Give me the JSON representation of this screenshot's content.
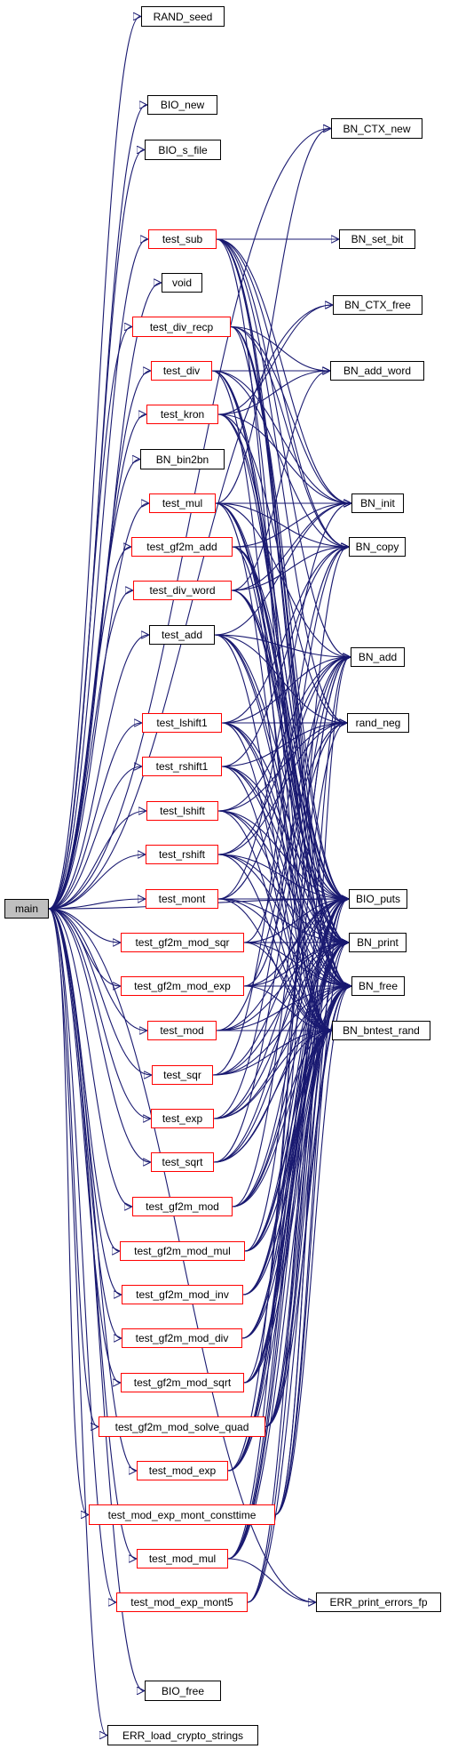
{
  "graph": {
    "root": "main",
    "colors": {
      "edge": "#191970",
      "node_border": "#000000",
      "node_border_incomplete": "#ff0000",
      "root_fill": "#bfbfbf",
      "node_fill": "#ffffff"
    },
    "nodes": [
      {
        "id": "main",
        "label": "main",
        "style": "root"
      },
      {
        "id": "RAND_seed",
        "label": "RAND_seed",
        "style": "normal"
      },
      {
        "id": "BIO_new",
        "label": "BIO_new",
        "style": "normal"
      },
      {
        "id": "BIO_s_file",
        "label": "BIO_s_file",
        "style": "normal"
      },
      {
        "id": "test_sub",
        "label": "test_sub",
        "style": "incomplete"
      },
      {
        "id": "void",
        "label": "void",
        "style": "normal"
      },
      {
        "id": "test_div_recp",
        "label": "test_div_recp",
        "style": "incomplete"
      },
      {
        "id": "test_div",
        "label": "test_div",
        "style": "incomplete"
      },
      {
        "id": "test_kron",
        "label": "test_kron",
        "style": "incomplete"
      },
      {
        "id": "BN_bin2bn",
        "label": "BN_bin2bn",
        "style": "normal"
      },
      {
        "id": "test_mul",
        "label": "test_mul",
        "style": "incomplete"
      },
      {
        "id": "test_gf2m_add",
        "label": "test_gf2m_add",
        "style": "incomplete"
      },
      {
        "id": "test_div_word",
        "label": "test_div_word",
        "style": "incomplete"
      },
      {
        "id": "test_add",
        "label": "test_add",
        "style": "normal"
      },
      {
        "id": "test_lshift1",
        "label": "test_lshift1",
        "style": "incomplete"
      },
      {
        "id": "test_rshift1",
        "label": "test_rshift1",
        "style": "incomplete"
      },
      {
        "id": "test_lshift",
        "label": "test_lshift",
        "style": "incomplete"
      },
      {
        "id": "test_rshift",
        "label": "test_rshift",
        "style": "incomplete"
      },
      {
        "id": "test_mont",
        "label": "test_mont",
        "style": "incomplete"
      },
      {
        "id": "test_gf2m_mod_sqr",
        "label": "test_gf2m_mod_sqr",
        "style": "incomplete"
      },
      {
        "id": "test_gf2m_mod_exp",
        "label": "test_gf2m_mod_exp",
        "style": "incomplete"
      },
      {
        "id": "test_mod",
        "label": "test_mod",
        "style": "incomplete"
      },
      {
        "id": "test_sqr",
        "label": "test_sqr",
        "style": "incomplete"
      },
      {
        "id": "test_exp",
        "label": "test_exp",
        "style": "incomplete"
      },
      {
        "id": "test_sqrt",
        "label": "test_sqrt",
        "style": "incomplete"
      },
      {
        "id": "test_gf2m_mod",
        "label": "test_gf2m_mod",
        "style": "incomplete"
      },
      {
        "id": "test_gf2m_mod_mul",
        "label": "test_gf2m_mod_mul",
        "style": "incomplete"
      },
      {
        "id": "test_gf2m_mod_inv",
        "label": "test_gf2m_mod_inv",
        "style": "incomplete"
      },
      {
        "id": "test_gf2m_mod_div",
        "label": "test_gf2m_mod_div",
        "style": "incomplete"
      },
      {
        "id": "test_gf2m_mod_sqrt",
        "label": "test_gf2m_mod_sqrt",
        "style": "incomplete"
      },
      {
        "id": "test_gf2m_mod_solve_quad",
        "label": "test_gf2m_mod_solve_quad",
        "style": "incomplete"
      },
      {
        "id": "test_mod_exp",
        "label": "test_mod_exp",
        "style": "incomplete"
      },
      {
        "id": "test_mod_exp_mont_consttime",
        "label": "test_mod_exp_mont_consttime",
        "style": "incomplete"
      },
      {
        "id": "test_mod_mul",
        "label": "test_mod_mul",
        "style": "incomplete"
      },
      {
        "id": "test_mod_exp_mont5",
        "label": "test_mod_exp_mont5",
        "style": "incomplete"
      },
      {
        "id": "BIO_free",
        "label": "BIO_free",
        "style": "normal"
      },
      {
        "id": "ERR_load_crypto_strings",
        "label": "ERR_load_crypto_strings",
        "style": "normal"
      },
      {
        "id": "BN_CTX_new",
        "label": "BN_CTX_new",
        "style": "normal"
      },
      {
        "id": "BN_set_bit",
        "label": "BN_set_bit",
        "style": "normal"
      },
      {
        "id": "BN_CTX_free",
        "label": "BN_CTX_free",
        "style": "normal"
      },
      {
        "id": "BN_add_word",
        "label": "BN_add_word",
        "style": "normal"
      },
      {
        "id": "BN_init",
        "label": "BN_init",
        "style": "normal"
      },
      {
        "id": "BN_copy",
        "label": "BN_copy",
        "style": "normal"
      },
      {
        "id": "BN_add",
        "label": "BN_add",
        "style": "normal"
      },
      {
        "id": "rand_neg",
        "label": "rand_neg",
        "style": "normal"
      },
      {
        "id": "BIO_puts",
        "label": "BIO_puts",
        "style": "normal"
      },
      {
        "id": "BN_print",
        "label": "BN_print",
        "style": "normal"
      },
      {
        "id": "BN_free",
        "label": "BN_free",
        "style": "normal"
      },
      {
        "id": "BN_bntest_rand",
        "label": "BN_bntest_rand",
        "style": "normal"
      },
      {
        "id": "ERR_print_errors_fp",
        "label": "ERR_print_errors_fp",
        "style": "normal"
      }
    ],
    "edges": [
      [
        "main",
        "RAND_seed"
      ],
      [
        "main",
        "BIO_new"
      ],
      [
        "main",
        "BIO_s_file"
      ],
      [
        "main",
        "test_sub"
      ],
      [
        "main",
        "void"
      ],
      [
        "main",
        "test_div_recp"
      ],
      [
        "main",
        "test_div"
      ],
      [
        "main",
        "test_kron"
      ],
      [
        "main",
        "BN_bin2bn"
      ],
      [
        "main",
        "test_mul"
      ],
      [
        "main",
        "test_gf2m_add"
      ],
      [
        "main",
        "test_div_word"
      ],
      [
        "main",
        "test_add"
      ],
      [
        "main",
        "test_lshift1"
      ],
      [
        "main",
        "test_rshift1"
      ],
      [
        "main",
        "test_lshift"
      ],
      [
        "main",
        "test_rshift"
      ],
      [
        "main",
        "test_mont"
      ],
      [
        "main",
        "test_gf2m_mod_sqr"
      ],
      [
        "main",
        "test_gf2m_mod_exp"
      ],
      [
        "main",
        "test_mod"
      ],
      [
        "main",
        "test_sqr"
      ],
      [
        "main",
        "test_exp"
      ],
      [
        "main",
        "test_sqrt"
      ],
      [
        "main",
        "test_gf2m_mod"
      ],
      [
        "main",
        "test_gf2m_mod_mul"
      ],
      [
        "main",
        "test_gf2m_mod_inv"
      ],
      [
        "main",
        "test_gf2m_mod_div"
      ],
      [
        "main",
        "test_gf2m_mod_sqrt"
      ],
      [
        "main",
        "test_gf2m_mod_solve_quad"
      ],
      [
        "main",
        "test_mod_exp"
      ],
      [
        "main",
        "test_mod_exp_mont_consttime"
      ],
      [
        "main",
        "test_mod_mul"
      ],
      [
        "main",
        "test_mod_exp_mont5"
      ],
      [
        "main",
        "BIO_free"
      ],
      [
        "main",
        "ERR_load_crypto_strings"
      ],
      [
        "main",
        "BN_CTX_new"
      ],
      [
        "main",
        "BN_CTX_free"
      ],
      [
        "main",
        "BIO_puts"
      ],
      [
        "main",
        "ERR_print_errors_fp"
      ],
      [
        "test_sub",
        "BN_set_bit"
      ],
      [
        "test_sub",
        "BN_init"
      ],
      [
        "test_sub",
        "BN_copy"
      ],
      [
        "test_sub",
        "BN_add"
      ],
      [
        "test_sub",
        "rand_neg"
      ],
      [
        "test_sub",
        "BIO_puts"
      ],
      [
        "test_sub",
        "BN_print"
      ],
      [
        "test_sub",
        "BN_free"
      ],
      [
        "test_sub",
        "BN_bntest_rand"
      ],
      [
        "test_div_recp",
        "BN_add_word"
      ],
      [
        "test_div_recp",
        "BN_init"
      ],
      [
        "test_div_recp",
        "BN_copy"
      ],
      [
        "test_div_recp",
        "BIO_puts"
      ],
      [
        "test_div_recp",
        "BN_print"
      ],
      [
        "test_div_recp",
        "BN_free"
      ],
      [
        "test_div_recp",
        "BN_bntest_rand"
      ],
      [
        "test_div",
        "BN_add_word"
      ],
      [
        "test_div",
        "BN_init"
      ],
      [
        "test_div",
        "BN_copy"
      ],
      [
        "test_div",
        "BIO_puts"
      ],
      [
        "test_div",
        "BN_print"
      ],
      [
        "test_div",
        "BN_free"
      ],
      [
        "test_div",
        "BN_bntest_rand"
      ],
      [
        "test_kron",
        "BN_add_word"
      ],
      [
        "test_kron",
        "BN_CTX_free"
      ],
      [
        "test_kron",
        "BN_init"
      ],
      [
        "test_kron",
        "rand_neg"
      ],
      [
        "test_kron",
        "BIO_puts"
      ],
      [
        "test_kron",
        "BN_free"
      ],
      [
        "test_mul",
        "BN_CTX_new"
      ],
      [
        "test_mul",
        "BN_init"
      ],
      [
        "test_mul",
        "BN_copy"
      ],
      [
        "test_mul",
        "BN_add"
      ],
      [
        "test_mul",
        "BIO_puts"
      ],
      [
        "test_mul",
        "BN_print"
      ],
      [
        "test_mul",
        "BN_free"
      ],
      [
        "test_mul",
        "BN_bntest_rand"
      ],
      [
        "test_gf2m_add",
        "BN_init"
      ],
      [
        "test_gf2m_add",
        "BN_copy"
      ],
      [
        "test_gf2m_add",
        "BIO_puts"
      ],
      [
        "test_gf2m_add",
        "BN_print"
      ],
      [
        "test_gf2m_add",
        "BN_free"
      ],
      [
        "test_gf2m_add",
        "BN_bntest_rand"
      ],
      [
        "test_div_word",
        "BN_init"
      ],
      [
        "test_div_word",
        "BN_copy"
      ],
      [
        "test_div_word",
        "BN_add_word"
      ],
      [
        "test_div_word",
        "BIO_puts"
      ],
      [
        "test_div_word",
        "BN_print"
      ],
      [
        "test_div_word",
        "BN_free"
      ],
      [
        "test_add",
        "BN_add"
      ],
      [
        "test_add",
        "rand_neg"
      ],
      [
        "test_add",
        "BN_init"
      ],
      [
        "test_add",
        "BIO_puts"
      ],
      [
        "test_add",
        "BN_print"
      ],
      [
        "test_add",
        "BN_free"
      ],
      [
        "test_add",
        "BN_bntest_rand"
      ],
      [
        "test_lshift1",
        "rand_neg"
      ],
      [
        "test_lshift1",
        "BN_add"
      ],
      [
        "test_lshift1",
        "BN_copy"
      ],
      [
        "test_lshift1",
        "BIO_puts"
      ],
      [
        "test_lshift1",
        "BN_print"
      ],
      [
        "test_lshift1",
        "BN_free"
      ],
      [
        "test_lshift1",
        "BN_bntest_rand"
      ],
      [
        "test_rshift1",
        "rand_neg"
      ],
      [
        "test_rshift1",
        "BN_copy"
      ],
      [
        "test_rshift1",
        "BIO_puts"
      ],
      [
        "test_rshift1",
        "BN_print"
      ],
      [
        "test_rshift1",
        "BN_free"
      ],
      [
        "test_rshift1",
        "BN_bntest_rand"
      ],
      [
        "test_lshift",
        "rand_neg"
      ],
      [
        "test_lshift",
        "BN_add"
      ],
      [
        "test_lshift",
        "BIO_puts"
      ],
      [
        "test_lshift",
        "BN_print"
      ],
      [
        "test_lshift",
        "BN_free"
      ],
      [
        "test_lshift",
        "BN_bntest_rand"
      ],
      [
        "test_rshift",
        "rand_neg"
      ],
      [
        "test_rshift",
        "BN_add"
      ],
      [
        "test_rshift",
        "BIO_puts"
      ],
      [
        "test_rshift",
        "BN_print"
      ],
      [
        "test_rshift",
        "BN_free"
      ],
      [
        "test_rshift",
        "BN_bntest_rand"
      ],
      [
        "test_mont",
        "BN_add"
      ],
      [
        "test_mont",
        "BN_init"
      ],
      [
        "test_mont",
        "BIO_puts"
      ],
      [
        "test_mont",
        "BN_print"
      ],
      [
        "test_mont",
        "BN_free"
      ],
      [
        "test_mont",
        "BN_bntest_rand"
      ],
      [
        "test_gf2m_mod_sqr",
        "BN_copy"
      ],
      [
        "test_gf2m_mod_sqr",
        "BIO_puts"
      ],
      [
        "test_gf2m_mod_sqr",
        "BN_print"
      ],
      [
        "test_gf2m_mod_sqr",
        "BN_free"
      ],
      [
        "test_gf2m_mod_sqr",
        "BN_bntest_rand"
      ],
      [
        "test_gf2m_mod_exp",
        "BN_add"
      ],
      [
        "test_gf2m_mod_exp",
        "BIO_puts"
      ],
      [
        "test_gf2m_mod_exp",
        "BN_print"
      ],
      [
        "test_gf2m_mod_exp",
        "BN_free"
      ],
      [
        "test_gf2m_mod_exp",
        "BN_bntest_rand"
      ],
      [
        "test_mod",
        "rand_neg"
      ],
      [
        "test_mod",
        "BIO_puts"
      ],
      [
        "test_mod",
        "BN_print"
      ],
      [
        "test_mod",
        "BN_free"
      ],
      [
        "test_mod",
        "BN_bntest_rand"
      ],
      [
        "test_sqr",
        "BN_copy"
      ],
      [
        "test_sqr",
        "BIO_puts"
      ],
      [
        "test_sqr",
        "BN_print"
      ],
      [
        "test_sqr",
        "BN_free"
      ],
      [
        "test_sqr",
        "BN_bntest_rand"
      ],
      [
        "test_exp",
        "BN_add"
      ],
      [
        "test_exp",
        "BIO_puts"
      ],
      [
        "test_exp",
        "BN_print"
      ],
      [
        "test_exp",
        "BN_free"
      ],
      [
        "test_exp",
        "BN_bntest_rand"
      ],
      [
        "test_sqrt",
        "rand_neg"
      ],
      [
        "test_sqrt",
        "BIO_puts"
      ],
      [
        "test_sqrt",
        "BN_print"
      ],
      [
        "test_sqrt",
        "BN_free"
      ],
      [
        "test_sqrt",
        "BN_bntest_rand"
      ],
      [
        "test_gf2m_mod",
        "BN_add"
      ],
      [
        "test_gf2m_mod",
        "BIO_puts"
      ],
      [
        "test_gf2m_mod",
        "BN_print"
      ],
      [
        "test_gf2m_mod",
        "BN_free"
      ],
      [
        "test_gf2m_mod",
        "BN_bntest_rand"
      ],
      [
        "test_gf2m_mod_mul",
        "BN_add"
      ],
      [
        "test_gf2m_mod_mul",
        "BIO_puts"
      ],
      [
        "test_gf2m_mod_mul",
        "BN_print"
      ],
      [
        "test_gf2m_mod_mul",
        "BN_free"
      ],
      [
        "test_gf2m_mod_mul",
        "BN_bntest_rand"
      ],
      [
        "test_gf2m_mod_inv",
        "BIO_puts"
      ],
      [
        "test_gf2m_mod_inv",
        "BN_print"
      ],
      [
        "test_gf2m_mod_inv",
        "BN_free"
      ],
      [
        "test_gf2m_mod_inv",
        "BN_bntest_rand"
      ],
      [
        "test_gf2m_mod_div",
        "BIO_puts"
      ],
      [
        "test_gf2m_mod_div",
        "BN_print"
      ],
      [
        "test_gf2m_mod_div",
        "BN_free"
      ],
      [
        "test_gf2m_mod_div",
        "BN_bntest_rand"
      ],
      [
        "test_gf2m_mod_sqrt",
        "BN_copy"
      ],
      [
        "test_gf2m_mod_sqrt",
        "BIO_puts"
      ],
      [
        "test_gf2m_mod_sqrt",
        "BN_print"
      ],
      [
        "test_gf2m_mod_sqrt",
        "BN_free"
      ],
      [
        "test_gf2m_mod_sqrt",
        "BN_bntest_rand"
      ],
      [
        "test_gf2m_mod_solve_quad",
        "BN_add"
      ],
      [
        "test_gf2m_mod_solve_quad",
        "BIO_puts"
      ],
      [
        "test_gf2m_mod_solve_quad",
        "BN_print"
      ],
      [
        "test_gf2m_mod_solve_quad",
        "BN_free"
      ],
      [
        "test_gf2m_mod_solve_quad",
        "BN_bntest_rand"
      ],
      [
        "test_mod_exp",
        "BN_add"
      ],
      [
        "test_mod_exp",
        "BIO_puts"
      ],
      [
        "test_mod_exp",
        "BN_print"
      ],
      [
        "test_mod_exp",
        "BN_free"
      ],
      [
        "test_mod_exp",
        "BN_bntest_rand"
      ],
      [
        "test_mod_exp_mont_consttime",
        "BN_add"
      ],
      [
        "test_mod_exp_mont_consttime",
        "BIO_puts"
      ],
      [
        "test_mod_exp_mont_consttime",
        "BN_print"
      ],
      [
        "test_mod_exp_mont_consttime",
        "BN_free"
      ],
      [
        "test_mod_exp_mont_consttime",
        "BN_bntest_rand"
      ],
      [
        "test_mod_mul",
        "ERR_print_errors_fp"
      ],
      [
        "test_mod_mul",
        "rand_neg"
      ],
      [
        "test_mod_mul",
        "BIO_puts"
      ],
      [
        "test_mod_mul",
        "BN_print"
      ],
      [
        "test_mod_mul",
        "BN_free"
      ],
      [
        "test_mod_mul",
        "BN_bntest_rand"
      ],
      [
        "test_mod_exp_mont5",
        "BIO_puts"
      ],
      [
        "test_mod_exp_mont5",
        "BN_free"
      ],
      [
        "test_mod_exp_mont5",
        "BN_bntest_rand"
      ]
    ]
  }
}
